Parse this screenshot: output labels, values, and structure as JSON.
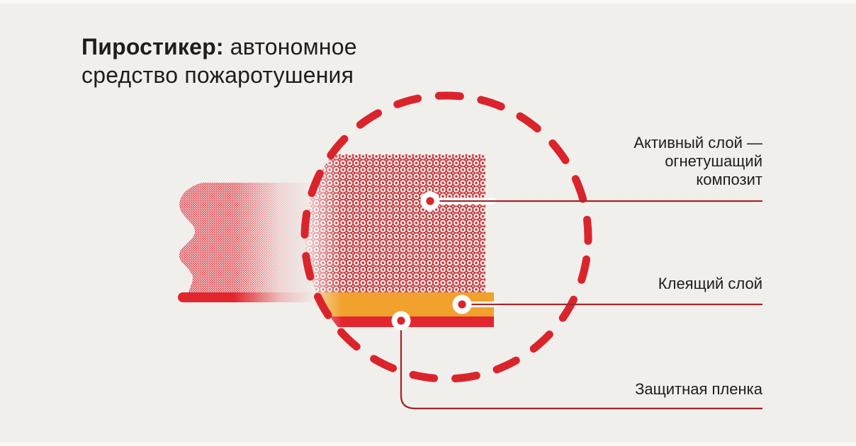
{
  "title": {
    "bold": "Пиростикер:",
    "regular": "автономное",
    "line2": "средство пожаротушения"
  },
  "callouts": [
    {
      "id": "active-layer",
      "label": "Активный слой —\nогнетушащий\nкомпозит"
    },
    {
      "id": "adhesive-layer",
      "label": "Клеящий слой"
    },
    {
      "id": "protective-film",
      "label": "Защитная пленка"
    }
  ],
  "colors": {
    "background": "#f0efec",
    "accent_red": "#da242c",
    "film_red": "#e2262e",
    "adhesive_orange": "#f1a22e",
    "leader_line": "#a1282e",
    "pattern_red": "#c4333a",
    "text": "#1d1d1d"
  }
}
